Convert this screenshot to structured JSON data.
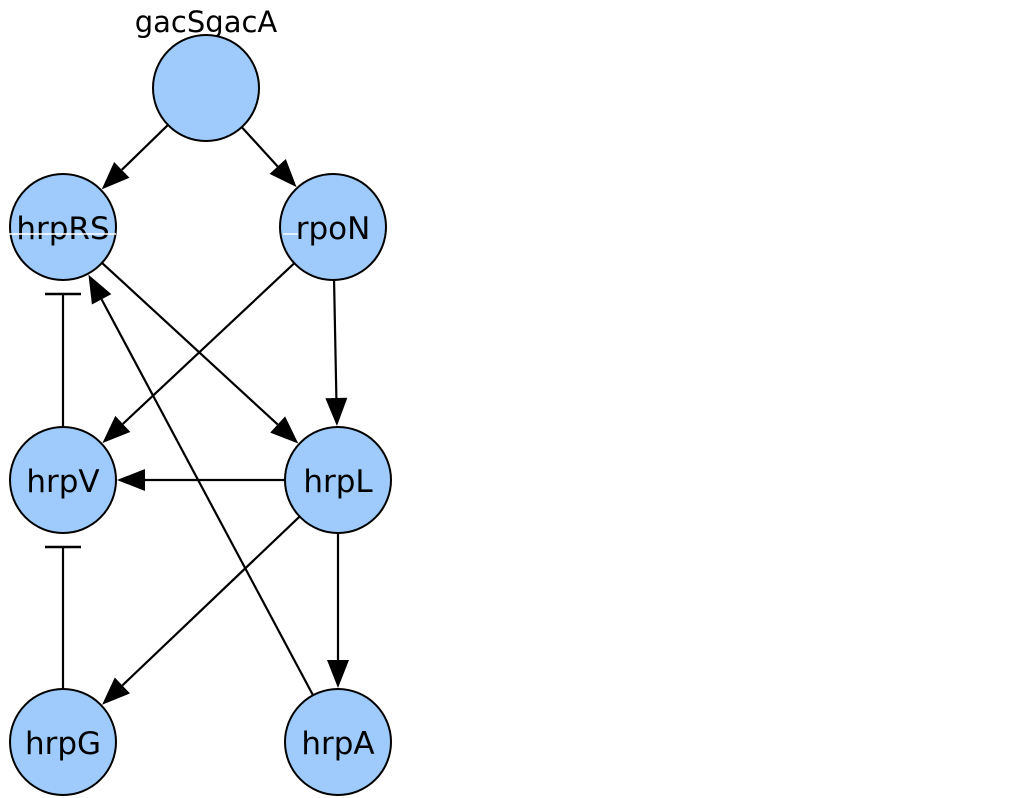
{
  "network": {
    "top_label": "gacSgacA",
    "node_color": "#9ecbfb",
    "nodes": [
      {
        "id": "gacSgacA",
        "label": ""
      },
      {
        "id": "hrpRS",
        "label": "hrpRS"
      },
      {
        "id": "rpoN",
        "label": "rpoN"
      },
      {
        "id": "hrpV",
        "label": "hrpV"
      },
      {
        "id": "hrpL",
        "label": "hrpL"
      },
      {
        "id": "hrpG",
        "label": "hrpG"
      },
      {
        "id": "hrpA",
        "label": "hrpA"
      }
    ],
    "edges": [
      {
        "from": "gacSgacA",
        "to": "hrpRS",
        "type": "activation"
      },
      {
        "from": "gacSgacA",
        "to": "rpoN",
        "type": "activation"
      },
      {
        "from": "rpoN",
        "to": "hrpV",
        "type": "activation"
      },
      {
        "from": "rpoN",
        "to": "hrpL",
        "type": "activation"
      },
      {
        "from": "hrpRS",
        "to": "hrpL",
        "type": "activation"
      },
      {
        "from": "hrpL",
        "to": "hrpV",
        "type": "activation"
      },
      {
        "from": "hrpL",
        "to": "hrpG",
        "type": "activation"
      },
      {
        "from": "hrpL",
        "to": "hrpA",
        "type": "activation"
      },
      {
        "from": "hrpA",
        "to": "hrpRS",
        "type": "activation"
      },
      {
        "from": "hrpV",
        "to": "hrpRS",
        "type": "inhibition"
      },
      {
        "from": "hrpG",
        "to": "hrpV",
        "type": "inhibition"
      }
    ]
  }
}
